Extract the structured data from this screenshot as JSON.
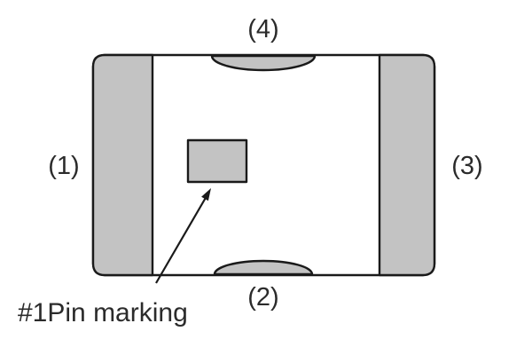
{
  "diagram": {
    "type": "component-package-top-view",
    "labels": {
      "left": "(1)",
      "bottom": "(2)",
      "right": "(3)",
      "top": "(4)"
    },
    "annotation": {
      "text": "#1Pin marking",
      "points_to": "pin1-marking-rectangle"
    },
    "colors": {
      "terminal_fill": "#c3c3c3",
      "outline": "#1a1a1a",
      "body_fill": "#ffffff"
    }
  }
}
